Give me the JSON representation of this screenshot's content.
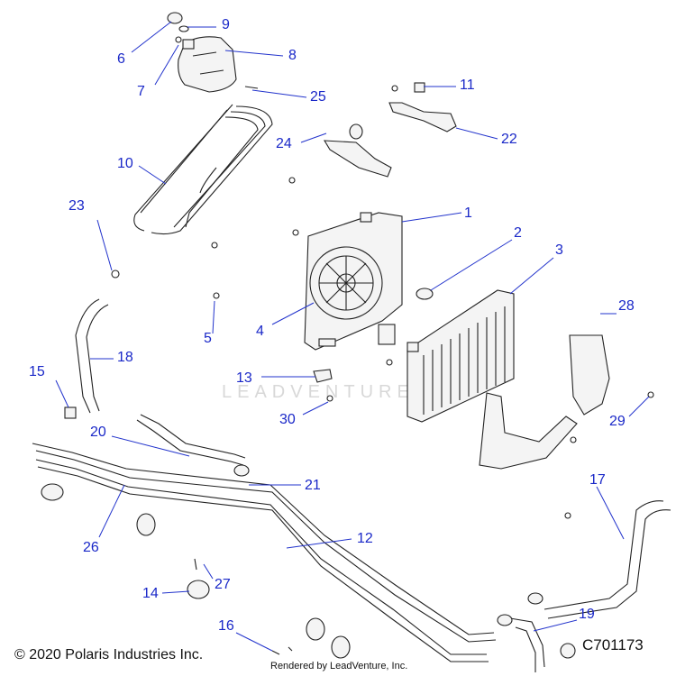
{
  "watermark": "LEADVENTURE",
  "copyright": "© 2020 Polaris Industries Inc.",
  "rendered_by": "Rendered by LeadVenture, Inc.",
  "diagram_code": "C701173",
  "callouts": {
    "c1": "1",
    "c2": "2",
    "c3": "3",
    "c4": "4",
    "c5": "5",
    "c6": "6",
    "c7": "7",
    "c8": "8",
    "c9": "9",
    "c10": "10",
    "c11": "11",
    "c12": "12",
    "c13": "13",
    "c14": "14",
    "c15": "15",
    "c16": "16",
    "c17": "17",
    "c18": "18",
    "c19": "19",
    "c20": "20",
    "c21": "21",
    "c22": "22",
    "c23": "23",
    "c24": "24",
    "c25": "25",
    "c26": "26",
    "c27": "27",
    "c28": "28",
    "c29": "29",
    "c30": "30"
  }
}
